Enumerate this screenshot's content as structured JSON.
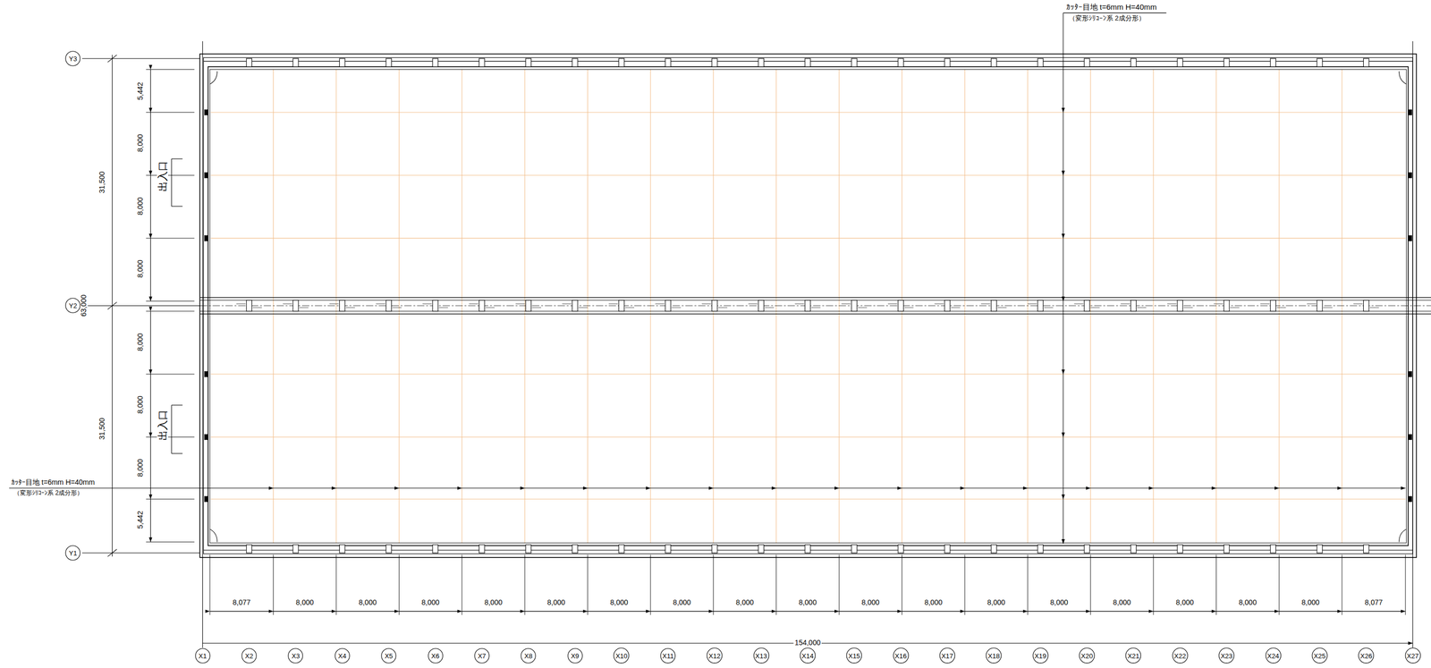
{
  "diagram": {
    "nodes": [
      {
        "text": [
          "Y3"
        ]
      },
      {
        "text": [
          "Y2"
        ]
      },
      {
        "text": [
          "Y1"
        ]
      },
      {
        "text": [
          "X1"
        ]
      },
      {
        "text": [
          "X2"
        ]
      },
      {
        "text": [
          "X3"
        ]
      },
      {
        "text": [
          "X4"
        ]
      },
      {
        "text": [
          "X5"
        ]
      },
      {
        "text": [
          "X6"
        ]
      },
      {
        "text": [
          "X7"
        ]
      },
      {
        "text": [
          "X8"
        ]
      },
      {
        "text": [
          "X9"
        ]
      },
      {
        "text": [
          "X10"
        ]
      },
      {
        "text": [
          "X11"
        ]
      },
      {
        "text": [
          "X12"
        ]
      },
      {
        "text": [
          "X13"
        ]
      },
      {
        "text": [
          "X14"
        ]
      },
      {
        "text": [
          "X15"
        ]
      },
      {
        "text": [
          "X16"
        ]
      },
      {
        "text": [
          "X17"
        ]
      },
      {
        "text": [
          "X18"
        ]
      },
      {
        "text": [
          "X19"
        ]
      },
      {
        "text": [
          "X20"
        ]
      },
      {
        "text": [
          "X21"
        ]
      },
      {
        "text": [
          "X22"
        ]
      },
      {
        "text": [
          "X23"
        ]
      },
      {
        "text": [
          "X24"
        ]
      },
      {
        "text": [
          "X25"
        ]
      },
      {
        "text": [
          "X26"
        ]
      },
      {
        "text": [
          "X27"
        ]
      }
    ],
    "labels": [
      "ｶｯﾀｰ目地 t=6mm H=40mm",
      "（変形ｼﾘｺｰﾝ系 2成分形）",
      "31,500",
      "5,442",
      "8,000",
      "出入口",
      "8,000",
      "8,000",
      "63,000",
      "31,500",
      "8,000",
      "8,000",
      "出入口",
      "8,000",
      "5,442",
      "ｶｯﾀｰ目地 t=6mm H=40mm",
      "（変形ｼﾘｺｰﾝ系 2成分形）",
      "8,077",
      "8,000",
      "8,000",
      "8,000",
      "8,000",
      "8,000",
      "8,000",
      "8,000",
      "8,000",
      "8,000",
      "8,000",
      "8,000",
      "8,000",
      "8,000",
      "8,000",
      "8,000",
      "8,000",
      "8,000",
      "8,077",
      "154,000"
    ]
  }
}
